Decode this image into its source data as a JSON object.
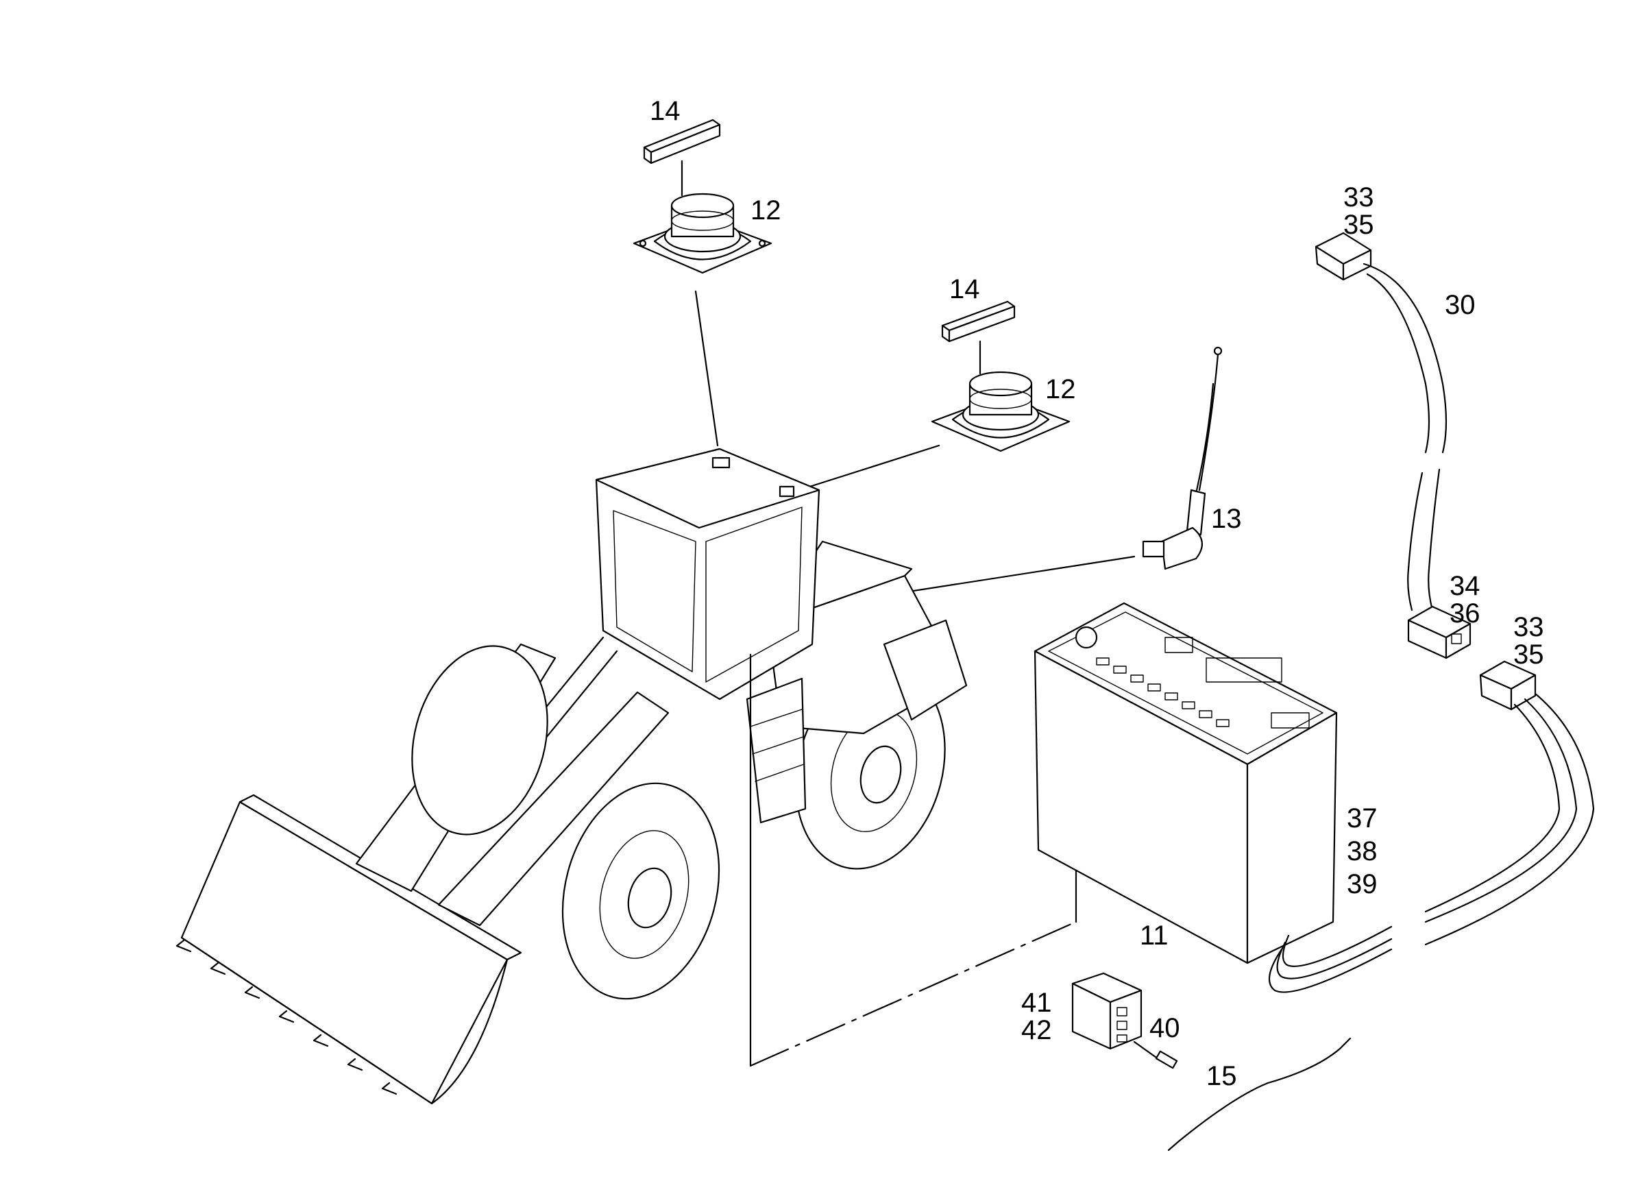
{
  "callouts": {
    "c14a": "14",
    "c12a": "12",
    "c14b": "14",
    "c12b": "12",
    "c13": "13",
    "c33a": "33",
    "c35a": "35",
    "c30": "30",
    "c34": "34",
    "c36": "36",
    "c33b": "33",
    "c35b": "35",
    "c37": "37",
    "c38": "38",
    "c39": "39",
    "c11": "11",
    "c41": "41",
    "c42": "42",
    "c40": "40",
    "c15": "15"
  }
}
